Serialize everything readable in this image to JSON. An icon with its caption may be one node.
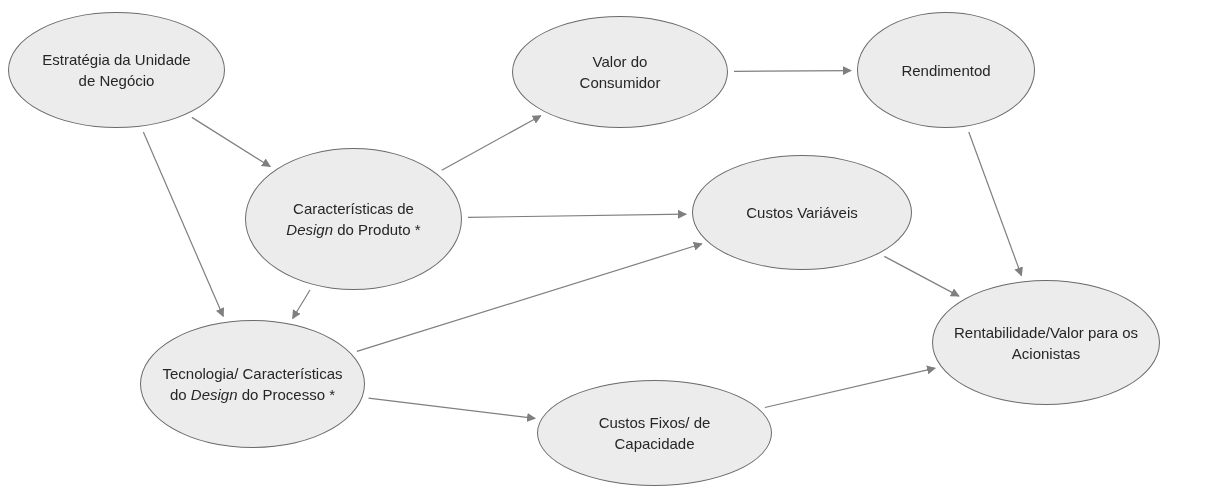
{
  "diagram": {
    "nodes": [
      {
        "text": [
          "Estratégia da Unidade de Negócio"
        ]
      },
      {
        "text": [
          "Valor do Consumidor"
        ]
      },
      {
        "text": [
          "Rendimentod"
        ]
      },
      {
        "text": [
          "Características de *Design* do Produto *"
        ]
      },
      {
        "text": [
          "Custos Variáveis"
        ]
      },
      {
        "text": [
          "Rentabilidade/Valor para os Acionistas"
        ]
      },
      {
        "text": [
          "Tecnologia/ Características do *Design* do Processo *"
        ]
      },
      {
        "text": [
          "Custos Fixos/ de Capacidade"
        ]
      }
    ],
    "edges": [
      {
        "from": 0,
        "to": 3,
        "arrow": "to"
      },
      {
        "from": 0,
        "to": 6,
        "arrow": "to"
      },
      {
        "from": 3,
        "to": 1,
        "arrow": "to"
      },
      {
        "from": 3,
        "to": 4,
        "arrow": "to"
      },
      {
        "from": 3,
        "to": 6,
        "arrow": "to"
      },
      {
        "from": 1,
        "to": 2,
        "arrow": "to"
      },
      {
        "from": 6,
        "to": 4,
        "arrow": "to"
      },
      {
        "from": 6,
        "to": 7,
        "arrow": "to"
      },
      {
        "from": 2,
        "to": 5,
        "arrow": "to"
      },
      {
        "from": 4,
        "to": 5,
        "arrow": "to"
      },
      {
        "from": 7,
        "to": 5,
        "arrow": "to"
      }
    ]
  }
}
